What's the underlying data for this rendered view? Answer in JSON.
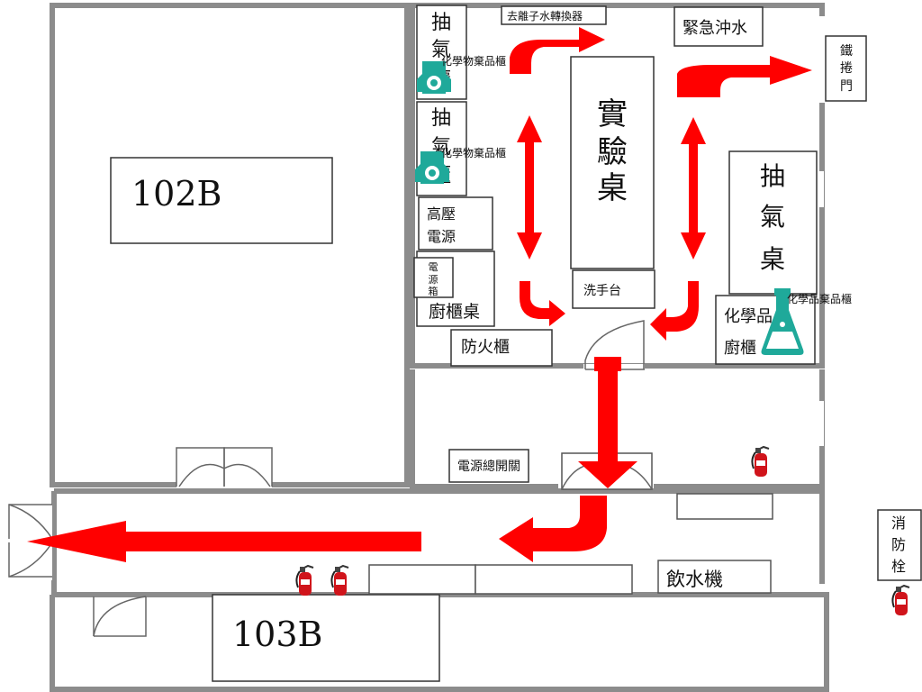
{
  "rooms": {
    "r102b": "102B",
    "r103b": "103B"
  },
  "lab": {
    "hood_left_1": [
      "抽",
      "氣",
      "櫃"
    ],
    "hood_left_2": [
      "抽",
      "氣",
      "櫃"
    ],
    "chem_waste_cabinet": "化學物棄品櫃",
    "chem_storage_cabinet": "化學品棄品櫃",
    "high_voltage": [
      "高壓",
      "電源"
    ],
    "power_box": [
      "電",
      "源",
      "箱"
    ],
    "kitchen_desk": "廚櫃桌",
    "fireproof_cabinet": "防火櫃",
    "deionizer": "去離子水轉換器",
    "emergency_shower": "緊急沖水",
    "lab_bench": [
      "實",
      "驗",
      "桌"
    ],
    "sink": "洗手台",
    "hood_desk": [
      "抽",
      "氣",
      "桌"
    ],
    "chem_cabinet": [
      "化學品",
      "廚櫃"
    ],
    "rolling_door": [
      "鐵",
      "捲",
      "門"
    ]
  },
  "corridor": {
    "main_power_switch": "電源總開關",
    "water_dispenser": "飲水機",
    "hydrant": [
      "消",
      "防",
      "栓"
    ]
  },
  "colors": {
    "evacuation_arrow": "#ff0000",
    "cabinet_icon": "#1fa99a",
    "extinguisher": "#d0141b"
  }
}
